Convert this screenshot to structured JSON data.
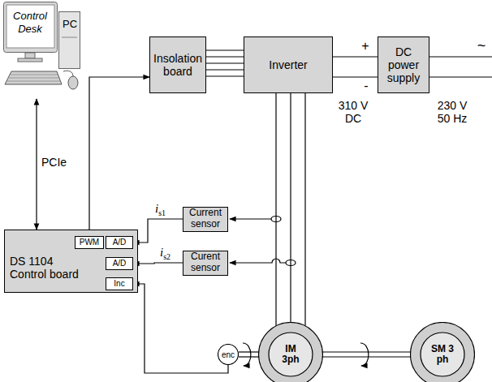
{
  "diagram": {
    "nodes": [
      {
        "text": [
          "Control Desk",
          "PC"
        ]
      },
      {
        "text": [
          "Insolation board"
        ]
      },
      {
        "text": [
          "Inverter"
        ]
      },
      {
        "text": [
          "DC power supply"
        ]
      },
      {
        "text": [
          "DS 1104 Control board"
        ]
      },
      {
        "text": [
          "PWM"
        ],
        "in": 4
      },
      {
        "text": [
          "A/D"
        ],
        "in": 4
      },
      {
        "text": [
          "A/D"
        ],
        "in": 4
      },
      {
        "text": [
          "Inc"
        ],
        "in": 4
      },
      {
        "text": [
          "Current sensor"
        ]
      },
      {
        "text": [
          "Curent sensor"
        ]
      },
      {
        "text": [
          "enc"
        ]
      },
      {
        "text": [
          "IM 3ph"
        ]
      },
      {
        "text": [
          "SM 3 ph"
        ]
      }
    ],
    "edges": [
      {
        "from": 0,
        "to": 4,
        "arrow": "both",
        "label": "PCIe"
      },
      {
        "from": 5,
        "to": 1,
        "arrow": "to"
      },
      {
        "from": 1,
        "to": 2,
        "arrow": "none"
      },
      {
        "from": 3,
        "to": 2,
        "arrow": "none"
      },
      {
        "from": 2,
        "to": 12,
        "arrow": "none"
      },
      {
        "from": 9,
        "to": 6,
        "arrow": "to",
        "label": "is1"
      },
      {
        "from": 10,
        "to": 7,
        "arrow": "to",
        "label": "is2"
      },
      {
        "from": 11,
        "to": 8,
        "arrow": "to"
      },
      {
        "from": 11,
        "to": 12,
        "arrow": "none"
      },
      {
        "from": 12,
        "to": 13,
        "arrow": "none"
      }
    ],
    "labels": [
      "+",
      "-",
      "310 V DC",
      "230 V 50 Hz",
      "~"
    ]
  }
}
